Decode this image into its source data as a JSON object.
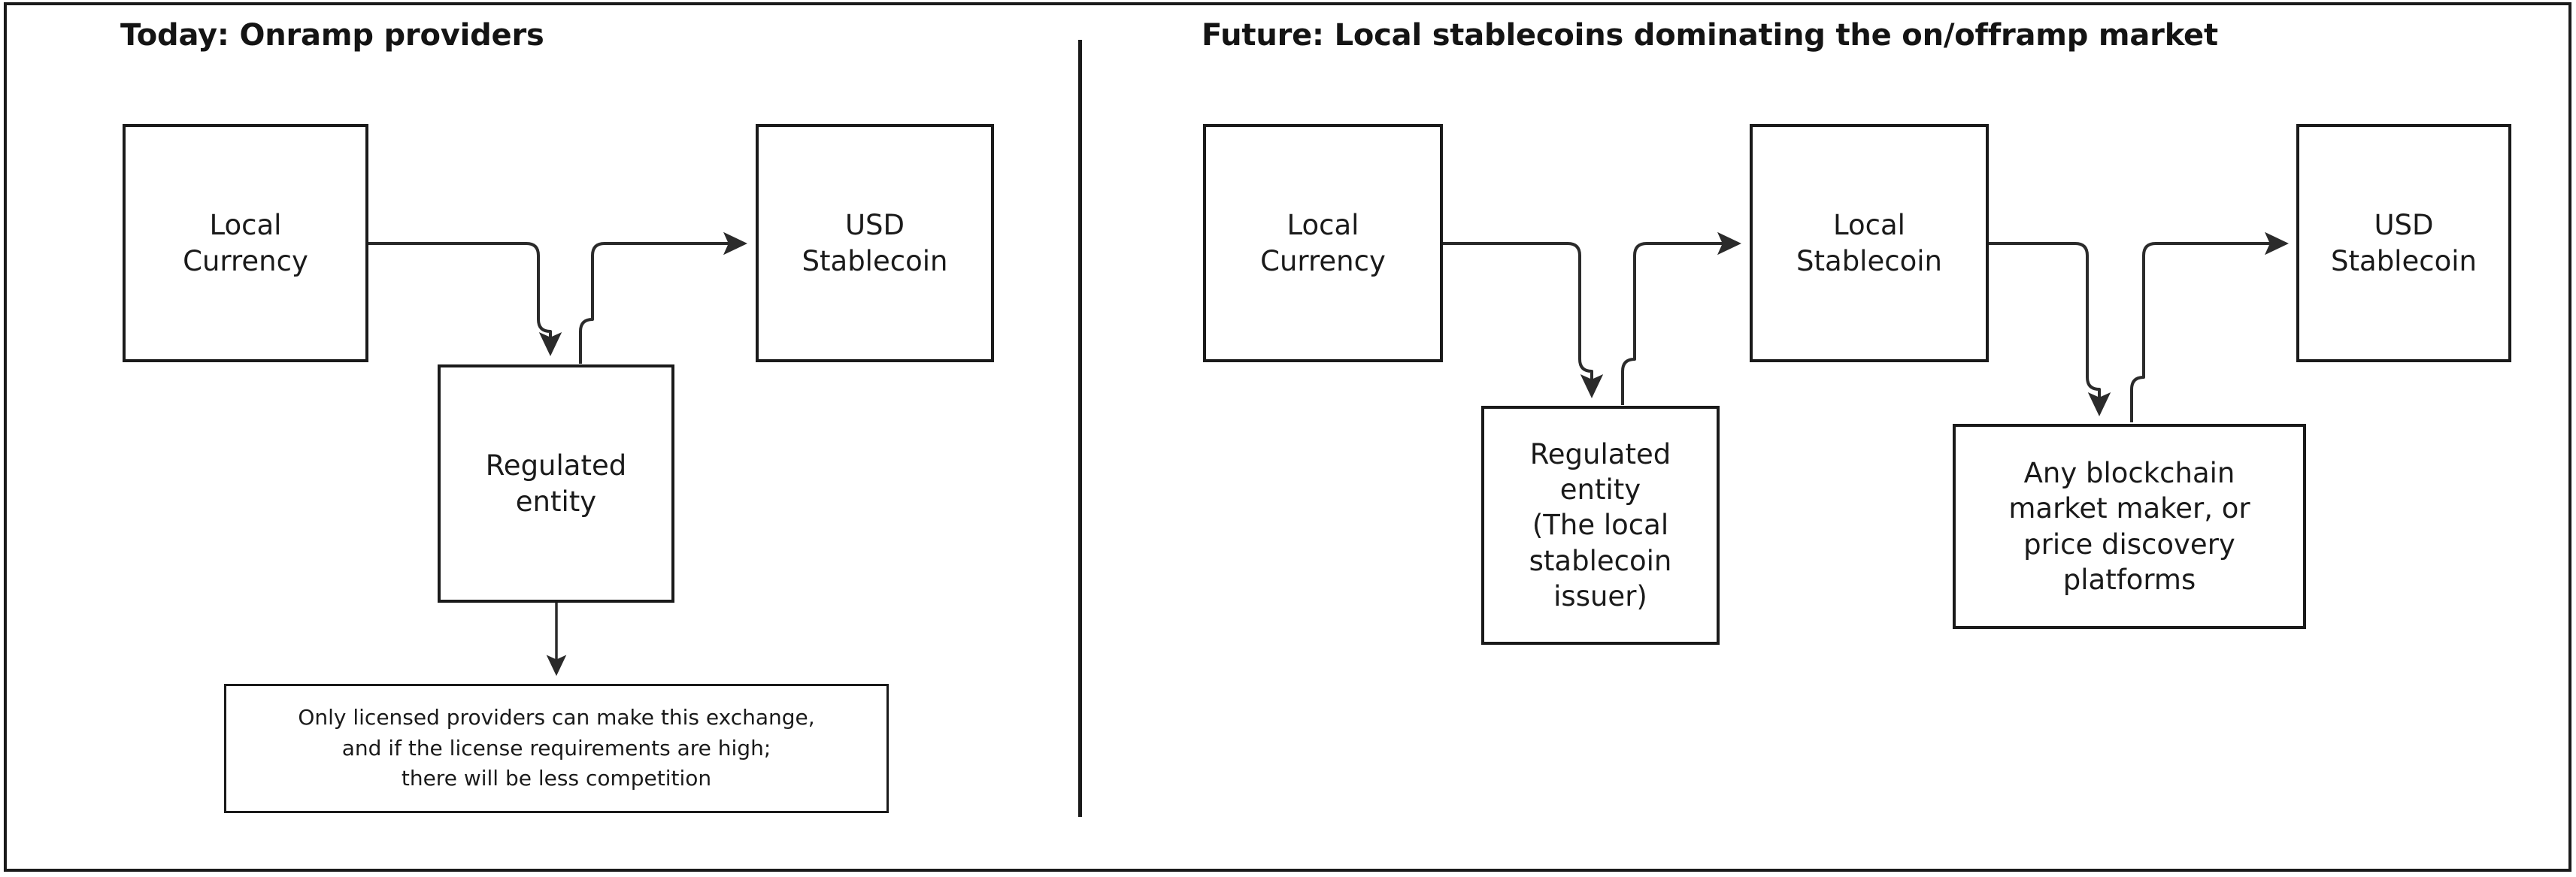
{
  "diagram": {
    "title_left": "Today: Onramp providers",
    "title_right": "Future: Local stablecoins dominating the on/offramp market",
    "colors": {
      "stroke": "#1a1a1a",
      "edge": "#2b2b2b",
      "background": "#ffffff"
    }
  },
  "left_panel": {
    "title": "Today: Onramp providers",
    "nodes": {
      "local_currency": "Local\nCurrency",
      "usd_stablecoin": "USD\nStablecoin",
      "regulated_entity": "Regulated\nentity"
    },
    "note": "Only licensed providers can make this exchange,\nand if the license requirements are high;\nthere will be less competition",
    "edges": [
      {
        "from": "local_currency",
        "to": "regulated_entity",
        "arrow": true
      },
      {
        "from": "regulated_entity",
        "to": "usd_stablecoin",
        "arrow": true
      },
      {
        "from": "regulated_entity",
        "to": "note",
        "arrow": true
      }
    ]
  },
  "right_panel": {
    "title": "Future: Local stablecoins dominating the on/offramp market",
    "nodes": {
      "local_currency": "Local\nCurrency",
      "local_stablecoin": "Local\nStablecoin",
      "usd_stablecoin": "USD\nStablecoin",
      "regulated_entity": "Regulated\nentity\n(The local\nstablecoin\nissuer)",
      "market_maker": "Any blockchain\nmarket maker, or\nprice discovery\nplatforms"
    },
    "edges": [
      {
        "from": "local_currency",
        "to": "regulated_entity",
        "arrow": true
      },
      {
        "from": "regulated_entity",
        "to": "local_stablecoin",
        "arrow": true
      },
      {
        "from": "local_stablecoin",
        "to": "market_maker",
        "arrow": true
      },
      {
        "from": "market_maker",
        "to": "usd_stablecoin",
        "arrow": true
      }
    ]
  }
}
